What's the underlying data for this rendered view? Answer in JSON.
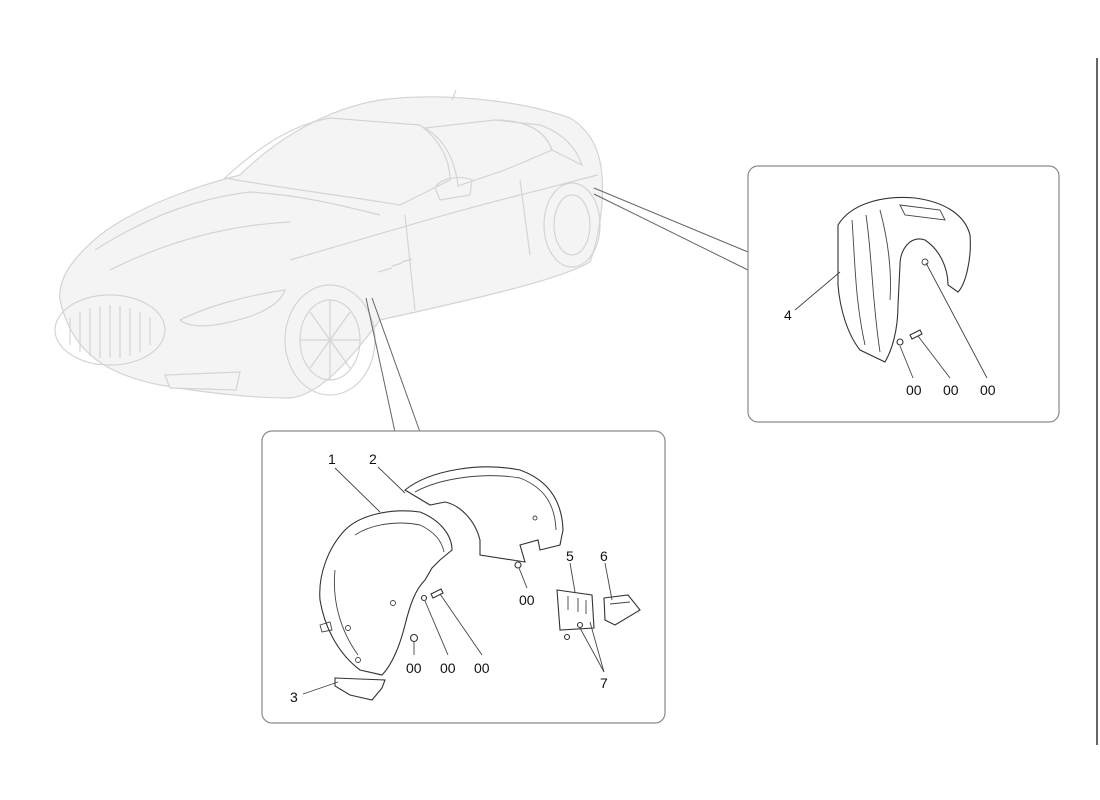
{
  "callouts": {
    "c1": "1",
    "c2": "2",
    "c3": "3",
    "c4": "4",
    "c5": "5",
    "c6": "6",
    "c7": "7",
    "c00a": "00",
    "c00b": "00",
    "c00c": "00",
    "c00d": "00",
    "c00e": "00",
    "c00f": "00",
    "c00g": "00"
  }
}
